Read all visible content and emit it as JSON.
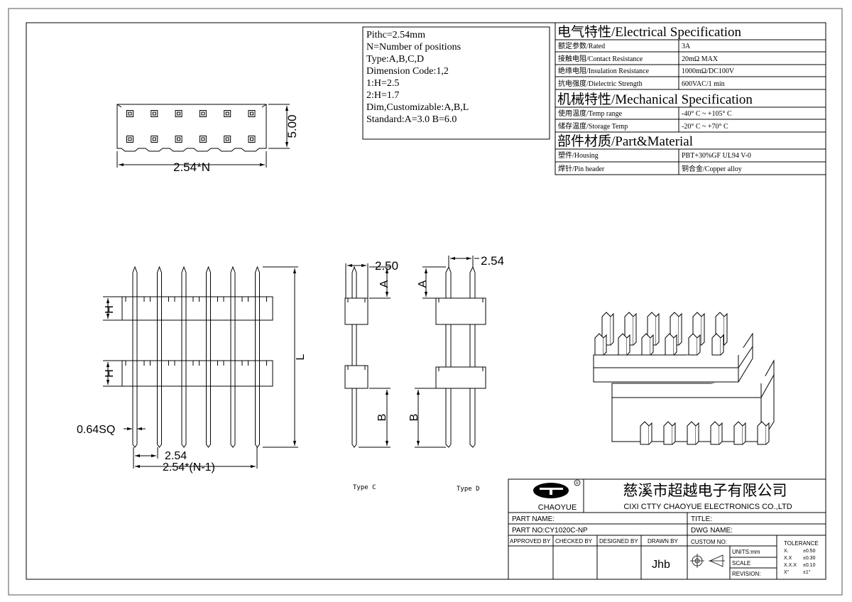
{
  "notes": [
    "Pithc=2.54mm",
    "N=Number of positions",
    "Type:A,B,C,D",
    "Dimension Code:1,2",
    "1:H=2.5",
    "2:H=1.7",
    "Dim,Customizable:A,B,L",
    "Standard:A=3.0 B=6.0"
  ],
  "spec": {
    "electrical_title": "电气特性/Electrical Specification",
    "electrical_rows": [
      [
        "额定参数/Rated",
        "3A"
      ],
      [
        "接触电阻/Contact Resistance",
        "20mΩ MAX"
      ],
      [
        "绝缘电阻/Insulation Resistance",
        "1000mΩ/DC100V"
      ],
      [
        "抗电强度/Dielectric Strength",
        "600VAC/1 min"
      ]
    ],
    "mechanical_title": "机械特性/Mechanical Specification",
    "mechanical_rows": [
      [
        "使用温度/Temp range",
        "-40° C ~ +105° C"
      ],
      [
        "储存温度/Storage Temp",
        "-20° C ~ +70° C"
      ]
    ],
    "material_title": "部件材质/Part&Material",
    "material_rows": [
      [
        "塑件/Housing",
        "PBT+30%GF  UL94  V-0"
      ],
      [
        "焊针/Pin header",
        "铜合金/Copper alloy"
      ]
    ]
  },
  "dims": {
    "top_height": "5.00",
    "top_width": "2.54*N",
    "h1": "H",
    "h2": "H",
    "L": "L",
    "pin_sq": "0.64SQ",
    "pitch": "2.54",
    "span": "2.54*(N-1)",
    "typec_width": "2.50",
    "typed_width": "2.54",
    "A": "A",
    "B": "B"
  },
  "labels": {
    "type_c": "Type C",
    "type_d": "Type D"
  },
  "title_block": {
    "logo_text": "CHAOYUE",
    "company_cn": "慈溪市超越电子有限公司",
    "company_en": "CIXI CTTY CHAOYUE ELECTRONICS CO.,LTD",
    "part_name": "PART NAME:",
    "title": "TITLE:",
    "part_no": "PART NO:CY1020C-NP",
    "dwg_name": "DWG NAME:",
    "approved_by": "APPROVED BY",
    "checked_by": "CHECKED BY",
    "designed_by": "DESIGNED BY",
    "drawn_by": "DRAWN BY",
    "drawn_by_value": "Jhb",
    "custom_no": "CUSTOM NO:",
    "units": "UNITS:mm",
    "scale": "SCALE",
    "revision": "REVISION:",
    "tolerance_title": "TOLERANCE",
    "tolerance_rows": [
      [
        "X.",
        "±0.50"
      ],
      [
        "X.X",
        "±0.30"
      ],
      [
        "X.X.X",
        "±0.10"
      ],
      [
        "X°",
        "±1°"
      ]
    ]
  }
}
